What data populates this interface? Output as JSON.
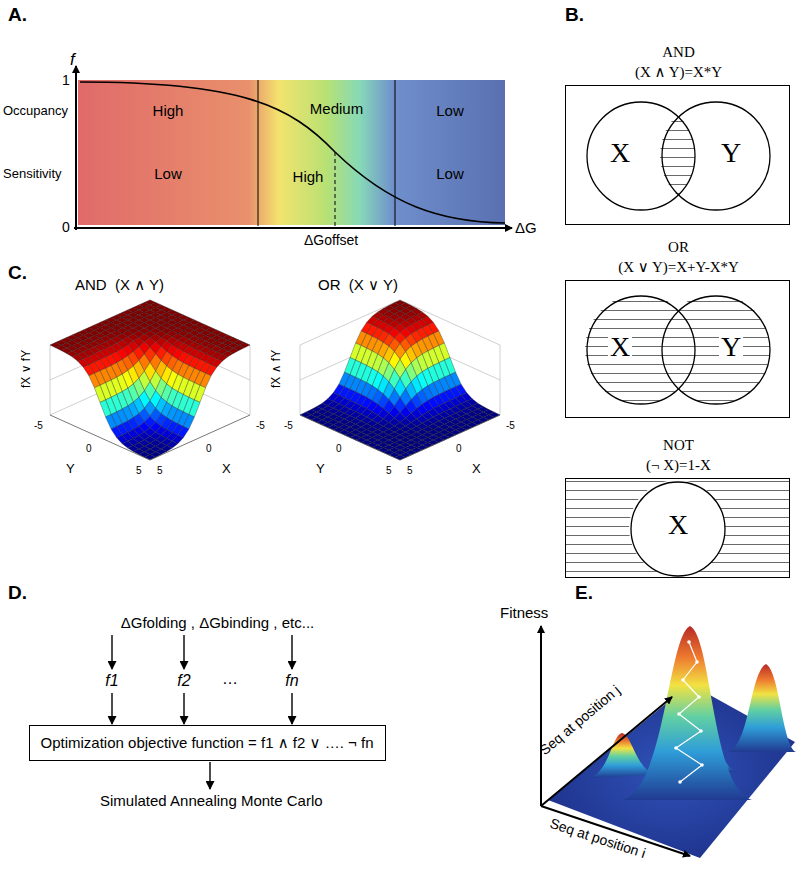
{
  "diagram": {
    "nodes": [
      {
        "text": [
          "High",
          "Low"
        ]
      },
      {
        "text": [
          "Medium",
          "High"
        ]
      },
      {
        "text": [
          "Low",
          "Low"
        ]
      },
      {
        "text": [
          "AND",
          "(X ∧ Y)=X*Y"
        ]
      },
      {
        "text": [
          "X"
        ],
        "in": 3
      },
      {
        "text": [
          "Y"
        ],
        "in": 3
      },
      {
        "text": [
          "OR",
          "(X ∨ Y)=X+Y-X*Y"
        ]
      },
      {
        "text": [
          "X"
        ],
        "in": 6
      },
      {
        "text": [
          "Y"
        ],
        "in": 6
      },
      {
        "text": [
          "NOT",
          "(¬ X)=1-X"
        ]
      },
      {
        "text": [
          "X"
        ],
        "in": 9
      },
      {
        "text": [
          "ΔGfolding , ΔGbinding , etc..."
        ]
      },
      {
        "text": [
          "f1"
        ]
      },
      {
        "text": [
          "f2"
        ]
      },
      {
        "text": [
          "fn"
        ]
      },
      {
        "text": [
          "Optimization objective function = f1 ∧ f2 ∨ …. ¬ fn"
        ]
      },
      {
        "text": [
          "Simulated Annealing Monte Carlo"
        ]
      }
    ],
    "edges": [
      {
        "from": 11,
        "to": 12,
        "arrow": "to"
      },
      {
        "from": 11,
        "to": 13,
        "arrow": "to"
      },
      {
        "from": 11,
        "to": 14,
        "arrow": "to"
      },
      {
        "from": 12,
        "to": 15,
        "arrow": "to"
      },
      {
        "from": 13,
        "to": 15,
        "arrow": "to"
      },
      {
        "from": 14,
        "to": 15,
        "arrow": "to"
      },
      {
        "from": 15,
        "to": 16,
        "arrow": "to"
      }
    ],
    "labels": [
      "A.",
      "f",
      "1",
      "0",
      "Occupancy",
      "Sensitivity",
      "ΔG",
      "ΔGoffset",
      "B.",
      "C.",
      "AND  (X ∧ Y)",
      "OR  (X ∨ Y)",
      "fX ∨ fY",
      "Y",
      "X",
      "-5",
      "0",
      "5",
      "-5",
      "0",
      "5",
      "fX ∧ fY",
      "Y",
      "X",
      "-5",
      "0",
      "5",
      "-5",
      "0",
      "5",
      "D.",
      "…",
      "E.",
      "Fitness",
      "Seq at position j",
      "Seq at position i"
    ]
  }
}
